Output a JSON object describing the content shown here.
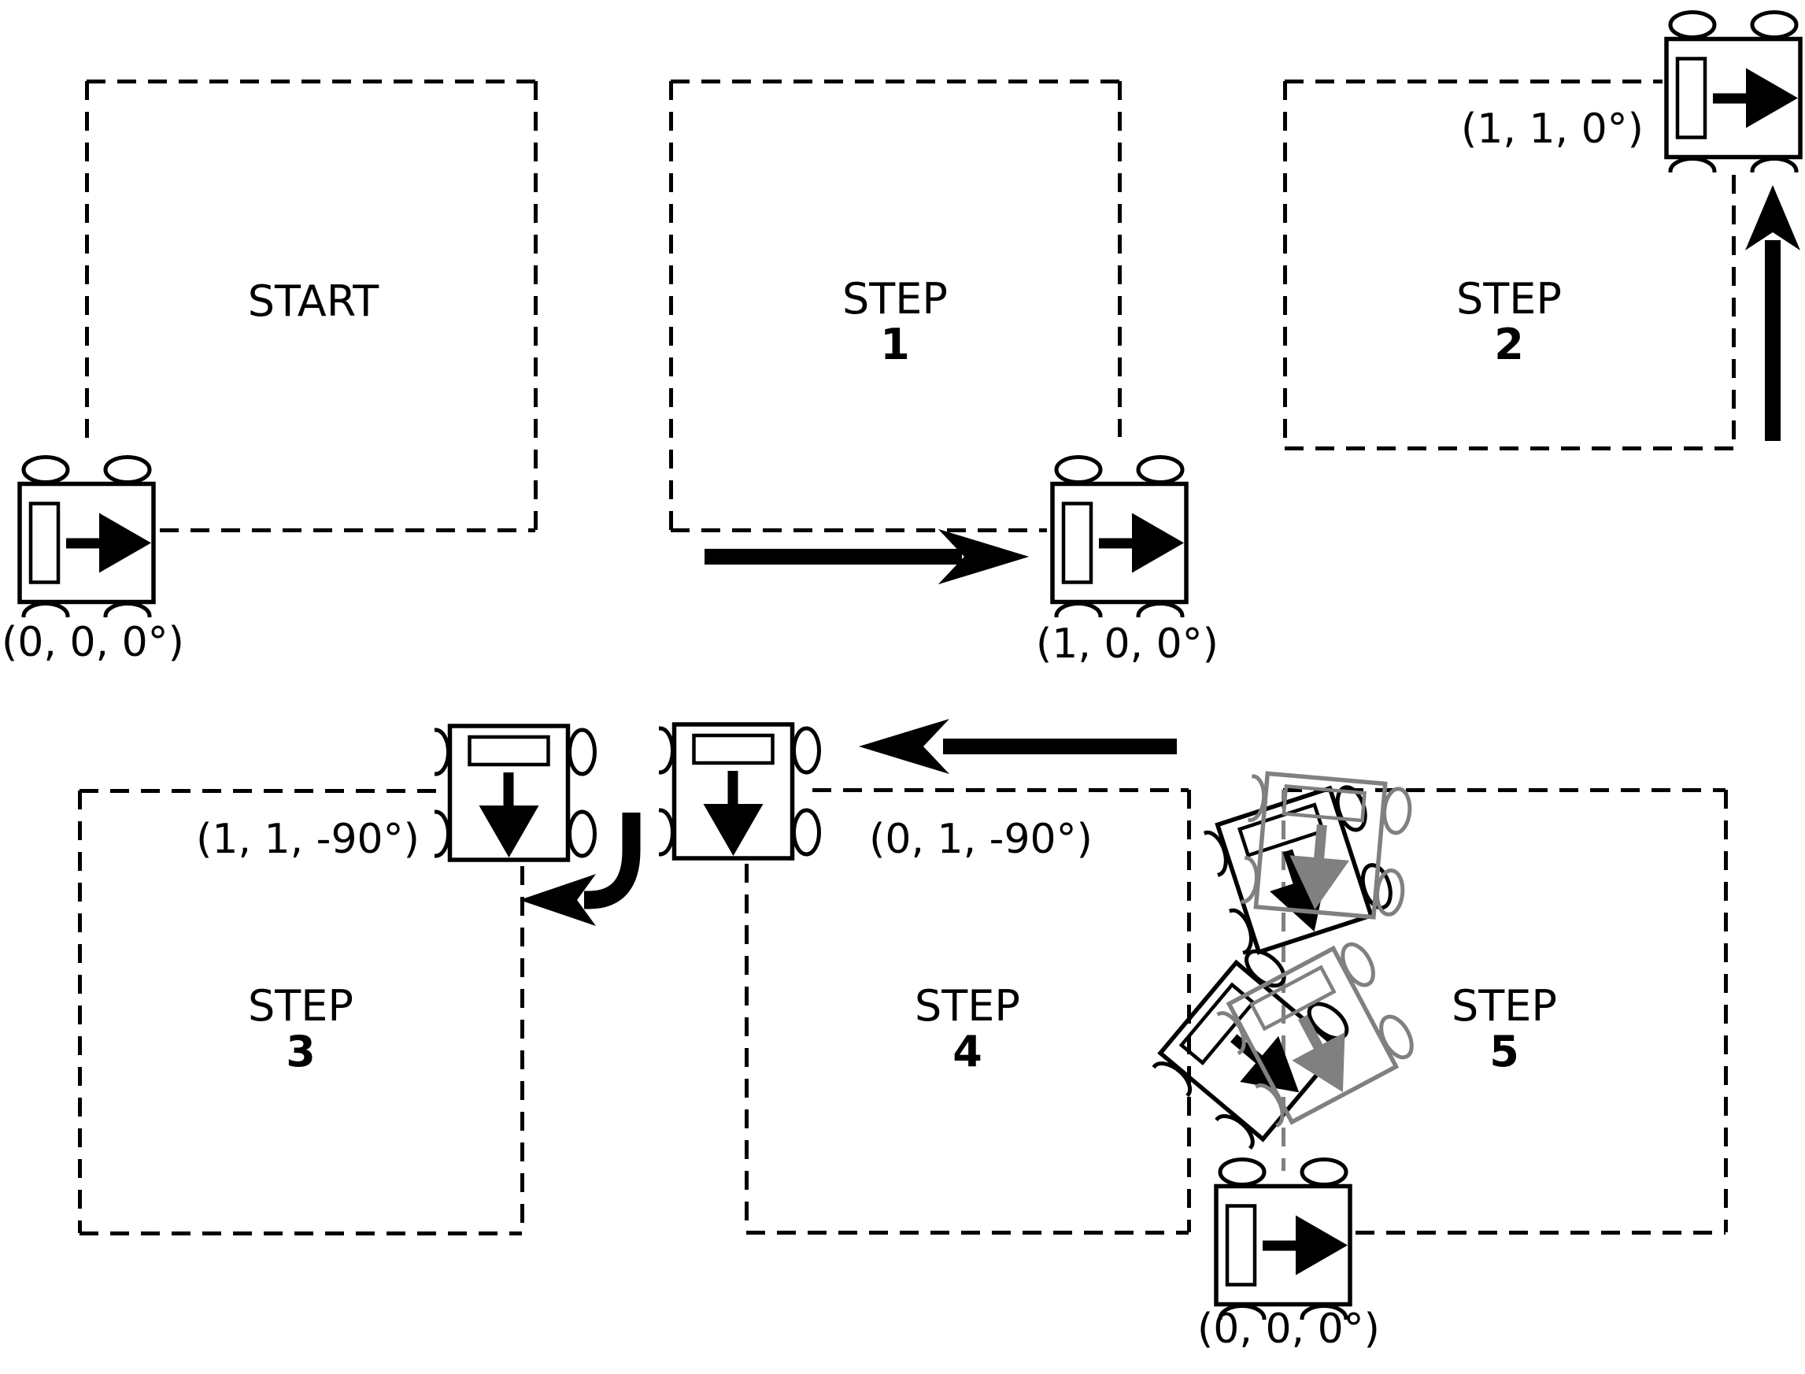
{
  "diagram": {
    "description": "Robot odometry square-path sequence",
    "colors": {
      "ink": "#000000",
      "ghost": "#808080"
    },
    "panels": [
      {
        "id": "start",
        "title": "START",
        "number": "",
        "pose": "(0, 0, 0°)"
      },
      {
        "id": "step-1",
        "title": "STEP",
        "number": "1",
        "pose": "(1, 0, 0°)"
      },
      {
        "id": "step-2",
        "title": "STEP",
        "number": "2",
        "pose": "(1, 1, 0°)"
      },
      {
        "id": "step-3",
        "title": "STEP",
        "number": "3",
        "pose": "(1, 1, -90°)"
      },
      {
        "id": "step-4",
        "title": "STEP",
        "number": "4",
        "pose": "(0, 1, -90°)"
      },
      {
        "id": "step-5",
        "title": "STEP",
        "number": "5",
        "pose": "(0, 0, 0°)"
      }
    ]
  }
}
